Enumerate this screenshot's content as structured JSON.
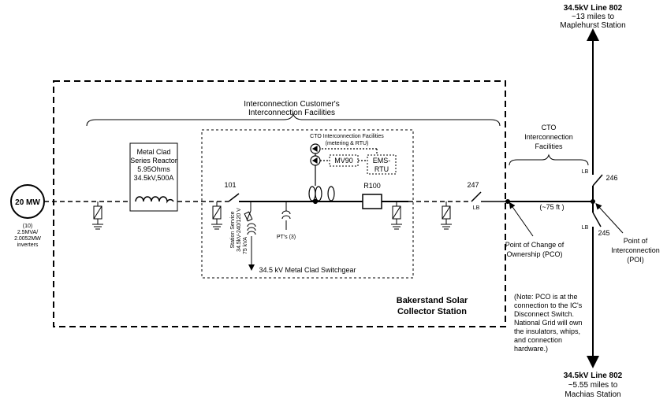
{
  "source": {
    "label": "20 MW",
    "note_lines": [
      "(10)",
      "2.5MVA/",
      "2.0052MW",
      "inverters"
    ]
  },
  "customer_facilities": {
    "label_lines": [
      "Interconnection Customer's",
      "Interconnection  Facilities"
    ]
  },
  "reactor": {
    "label_lines": [
      "Metal Clad",
      "Series Reactor",
      "5.95Ohms",
      "34.5kV,500A"
    ]
  },
  "cto_metering": {
    "label_lines": [
      "CTO Interconnection Facilities",
      "(metering & RTU)"
    ],
    "mv90": "MV90",
    "ems_rtu_lines": [
      "EMS-",
      "RTU"
    ]
  },
  "switches": {
    "s101": "101",
    "r100": "R100",
    "s247": "247",
    "s246": "246",
    "s245": "245",
    "lb": "LB"
  },
  "station_service_lines": [
    "Station Service",
    "34.5kV-240/120 V",
    "75 kVA"
  ],
  "pts_label": "PT's (3)",
  "switchgear_label": "34.5 kV Metal Clad Switchgear",
  "station": {
    "label_lines": [
      "Bakerstand Solar",
      "Collector Station"
    ]
  },
  "cto_facilities": {
    "label_lines": [
      "CTO",
      "Interconnection",
      "Facilities"
    ]
  },
  "distance": "(~75 ft )",
  "pco_lines": [
    "Point of Change of",
    "Ownership (PCO)"
  ],
  "poi_lines": [
    "Point of",
    "Interconnection",
    "(POI)"
  ],
  "line_north_lines": [
    "34.5kV Line 802",
    "~13 miles to",
    "Maplehurst Station"
  ],
  "line_south_lines": [
    "34.5kV Line 802",
    "~5.55 miles to",
    "Machias Station"
  ],
  "note_lines": [
    "(Note: PCO is at the",
    "connection to the IC's",
    "Disconnect Switch.",
    "National Grid will own",
    "the insulators, whips,",
    "and connection",
    "hardware.)"
  ]
}
